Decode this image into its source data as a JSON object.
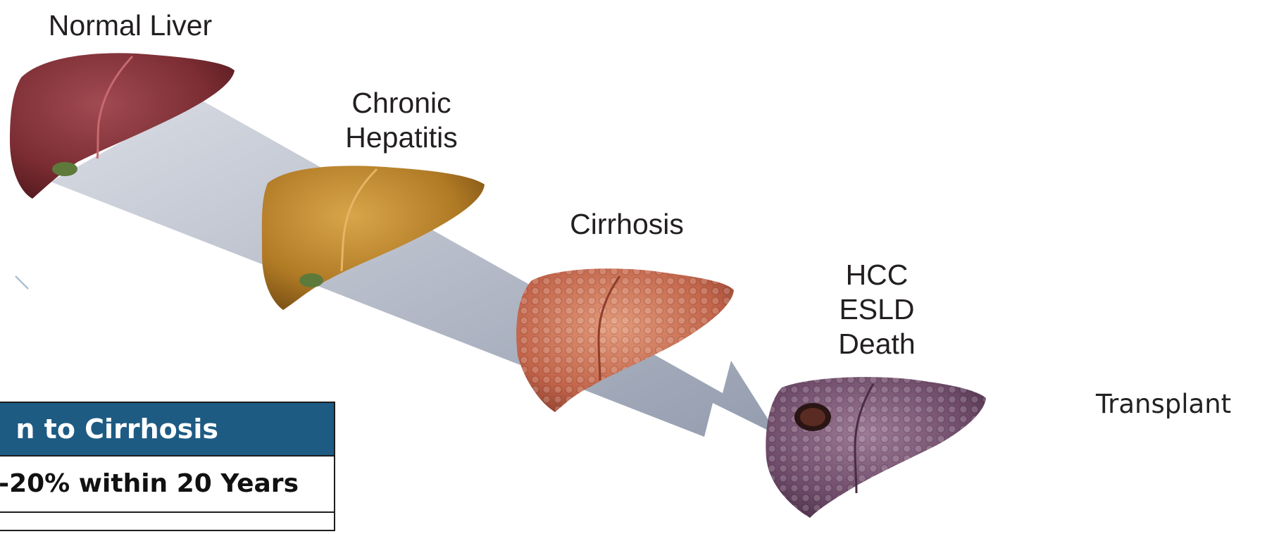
{
  "stages": {
    "normal": [
      "Normal Liver"
    ],
    "chronic": [
      "Chronic",
      "Hepatitis"
    ],
    "cirrhosis": [
      "Cirrhosis"
    ],
    "final": [
      "HCC",
      "ESLD",
      "Death"
    ]
  },
  "transplant": "Transplant",
  "table": {
    "header": "n to Cirrhosis",
    "row": "-20% within 20 Years"
  },
  "colors": {
    "header_bg": "#1d5b83",
    "arrow": "#9aa3b5",
    "normal_liver": "#7a2a30",
    "hepatitis_liver": "#b9862a",
    "cirrhosis_liver": "#c86a4c",
    "hcc_liver": "#6e4a66"
  },
  "icons": [
    "progression-arrow-icon",
    "normal-liver-icon",
    "hepatitis-liver-icon",
    "cirrhosis-liver-icon",
    "hcc-liver-icon"
  ]
}
